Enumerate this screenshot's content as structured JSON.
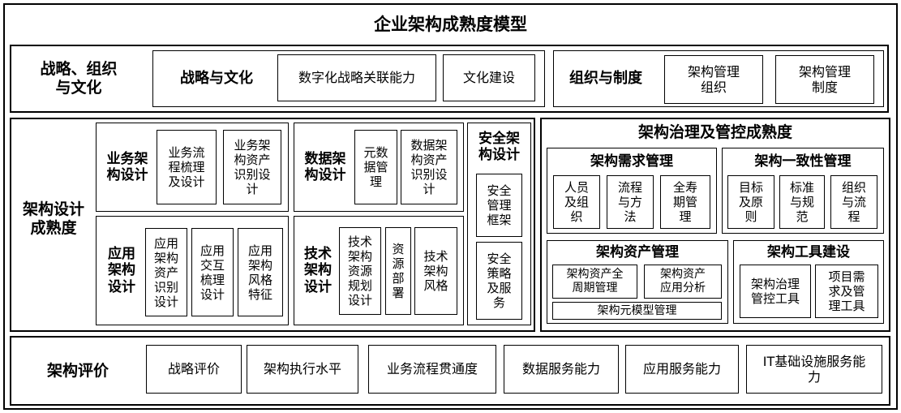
{
  "title": "企业架构成熟度模型",
  "strategy_org": {
    "label": "战略、组织\n与文化",
    "strategy_culture": {
      "label": "战略与文化",
      "items": [
        "数字化战略关联能力",
        "文化建设"
      ]
    },
    "org_system": {
      "label": "组织与制度",
      "items": [
        "架构管理\n组织",
        "架构管理\n制度"
      ]
    }
  },
  "design": {
    "label": "架构设计\n成熟度",
    "business": {
      "label": "业务架\n构设计",
      "items": [
        "业务流\n程梳理\n及设计",
        "业务架\n构资产\n识别设\n计"
      ]
    },
    "data": {
      "label": "数据架\n构设计",
      "items": [
        "元数\n据管\n理",
        "数据架\n构资产\n识别设\n计"
      ]
    },
    "security": {
      "label": "安全架\n构设计",
      "items": [
        "安全\n管理\n框架",
        "安全\n策略\n及服\n务"
      ]
    },
    "application": {
      "label": "应用\n架构\n设计",
      "items": [
        "应用\n架构\n资产\n识别\n设计",
        "应用\n交互\n梳理\n设计",
        "应用\n架构\n风格\n特征"
      ]
    },
    "technology": {
      "label": "技术\n架构\n设计",
      "items": [
        "技术\n架构\n资源\n规划\n设计",
        "资\n源\n部\n署",
        "技术\n架构\n风格"
      ]
    }
  },
  "governance": {
    "label": "架构治理及管控成熟度",
    "requirements": {
      "label": "架构需求管理",
      "items": [
        "人员\n及组\n织",
        "流程\n与方\n法",
        "全寿\n期管\n理"
      ]
    },
    "consistency": {
      "label": "架构一致性管理",
      "items": [
        "目标\n及原\n则",
        "标准\n与规\n范",
        "组织\n与流\n程"
      ]
    },
    "assets": {
      "label": "架构资产管理",
      "items": [
        "架构资产全\n周期管理",
        "架构资产\n应用分析",
        "架构元模型管理"
      ]
    },
    "tools": {
      "label": "架构工具建设",
      "items": [
        "架构治理\n管控工具",
        "项目需\n求及管\n理工具"
      ]
    }
  },
  "evaluation": {
    "label": "架构评价",
    "items": [
      "战略评价",
      "架构执行水平",
      "业务流程贯通度",
      "数据服务能力",
      "应用服务能力",
      "IT基础设施服务能\n力"
    ]
  }
}
